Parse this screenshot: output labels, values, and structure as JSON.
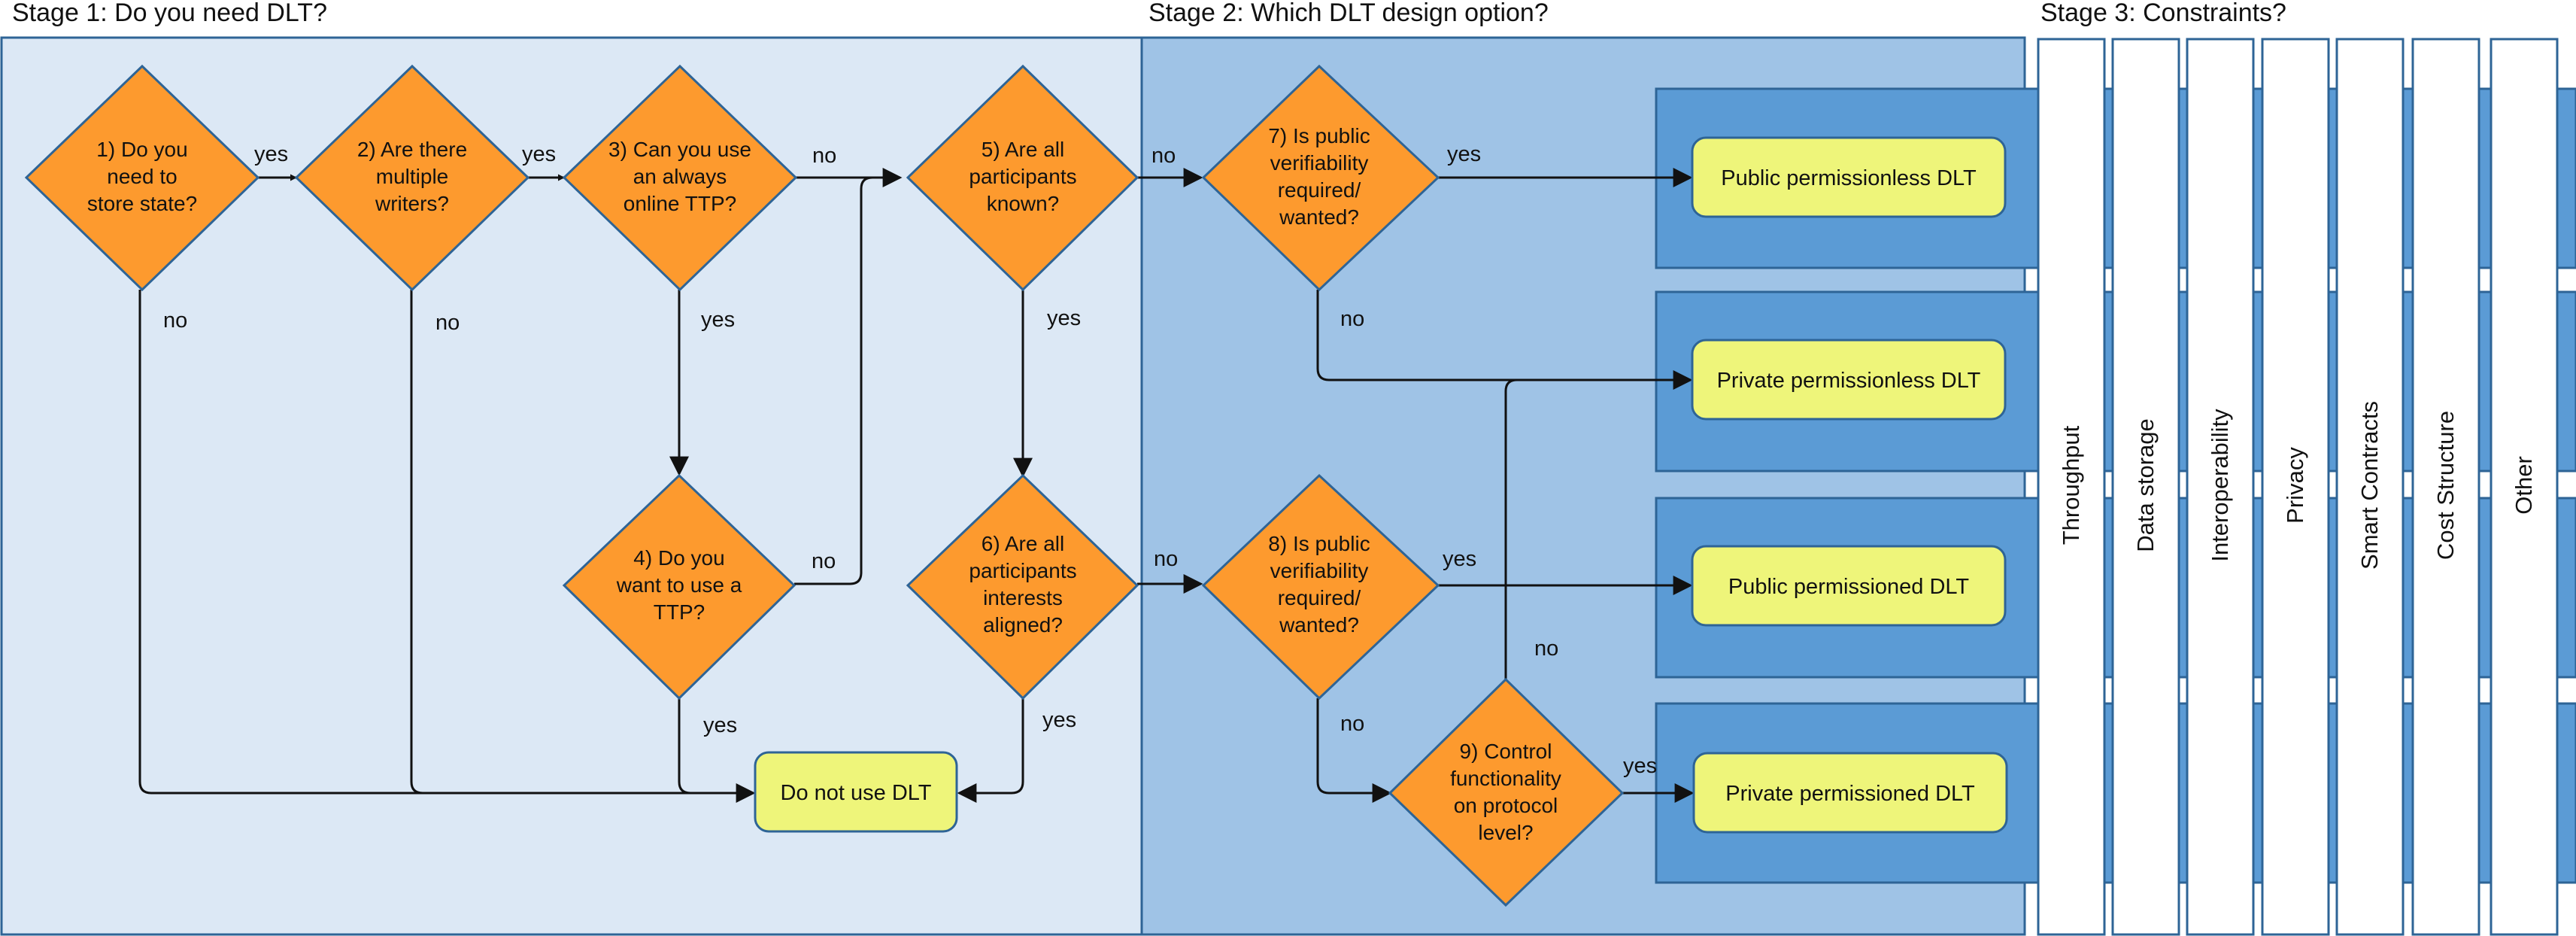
{
  "stages": {
    "stage1": "Stage 1: Do you need DLT?",
    "stage2": "Stage 2: Which DLT design option?",
    "stage3": "Stage 3: Constraints?"
  },
  "decisions": {
    "d1": [
      "1) Do you",
      "need to",
      "store state?"
    ],
    "d2": [
      "2) Are there",
      "multiple",
      "writers?"
    ],
    "d3": [
      "3) Can you use",
      "an always",
      "online TTP?"
    ],
    "d4": [
      "4) Do you",
      "want to use a",
      "TTP?"
    ],
    "d5": [
      "5) Are all",
      "participants",
      "known?"
    ],
    "d6": [
      "6) Are all",
      "participants",
      "interests",
      "aligned?"
    ],
    "d7": [
      "7) Is public",
      "verifiability",
      "required/",
      "wanted?"
    ],
    "d8": [
      "8) Is public",
      "verifiability",
      "required/",
      "wanted?"
    ],
    "d9": [
      "9) Control",
      "functionality",
      "on protocol",
      "level?"
    ]
  },
  "outcomes": {
    "no_dlt": "Do not use DLT",
    "public_permissionless": "Public permissionless DLT",
    "private_permissionless": "Private permissionless DLT",
    "public_permissioned": "Public permissioned DLT",
    "private_permissioned": "Private permissioned DLT"
  },
  "edge_labels": {
    "yes": "yes",
    "no": "no"
  },
  "constraints": [
    "Throughput",
    "Data storage",
    "Interoperability",
    "Privacy",
    "Smart Contracts",
    "Cost Structure",
    "Other"
  ],
  "colors": {
    "stage1_bg": "#dce8f5",
    "stage2_bg": "#9fc3e6",
    "outcome_band": "#5b9bd5",
    "diamond_fill": "#fd9a2e",
    "outcome_fill": "#eef57a",
    "border": "#2e6496"
  }
}
